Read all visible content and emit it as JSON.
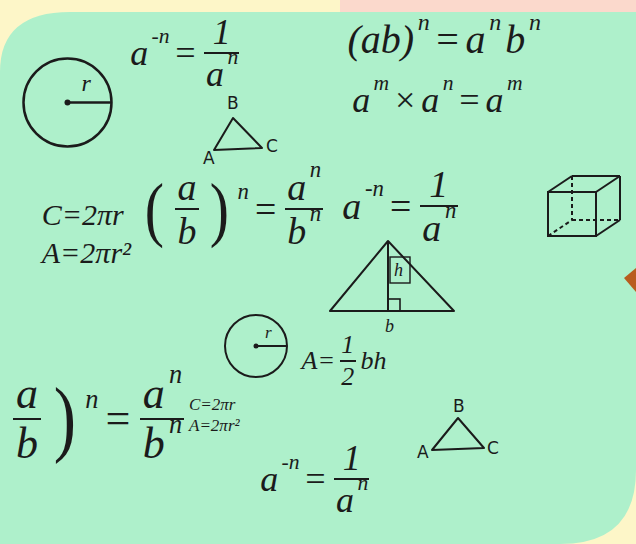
{
  "diagram": {
    "nodes": [
      {
        "text": [
          "r"
        ]
      },
      {
        "text": [
          "h",
          "b"
        ]
      },
      {
        "text": [
          "r"
        ]
      }
    ],
    "labels": [
      "a",
      "-n",
      "=",
      "1",
      "a",
      "n",
      "(ab)",
      "n",
      "=",
      "a",
      "n",
      "b",
      "n",
      "a",
      "m",
      "×",
      "a",
      "n",
      "=",
      "a",
      "m",
      "B",
      "A",
      "C",
      "C=2πr",
      "A=2πr²",
      "(",
      "a",
      "b",
      ")",
      "n",
      "=",
      "a",
      "n",
      "b",
      "n",
      "a",
      "-n",
      "=",
      "1",
      "a",
      "n",
      "A=",
      "1",
      "2",
      "bh",
      "B",
      "A",
      "C",
      "a",
      "b",
      ")",
      "n",
      "=",
      "a",
      "n",
      "b",
      "n",
      "C=2πr",
      "A=2πr²",
      "a",
      "-n",
      "=",
      "1",
      "a",
      "n"
    ]
  }
}
